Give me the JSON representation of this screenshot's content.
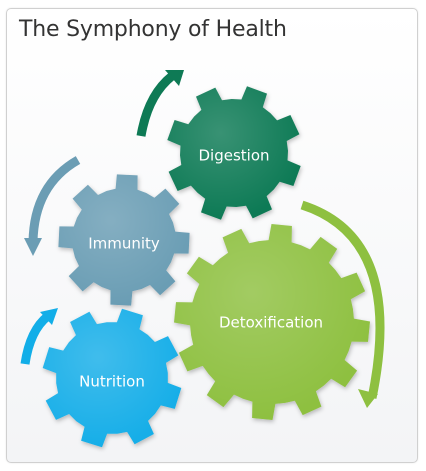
{
  "title": "The Symphony of Health",
  "gears": [
    {
      "id": "digestion",
      "label": "Digestion",
      "color": "#0e7a55"
    },
    {
      "id": "immunity",
      "label": "Immunity",
      "color": "#6b9db4"
    },
    {
      "id": "detoxification",
      "label": "Detoxification",
      "color": "#8ec040"
    },
    {
      "id": "nutrition",
      "label": "Nutrition",
      "color": "#12aee8"
    }
  ],
  "arrows": [
    {
      "id": "digestion-arrow",
      "color": "#0e7a55"
    },
    {
      "id": "immunity-arrow",
      "color": "#6b9db4"
    },
    {
      "id": "detoxification-arrow",
      "color": "#8ec040"
    },
    {
      "id": "nutrition-arrow",
      "color": "#12aee8"
    }
  ]
}
